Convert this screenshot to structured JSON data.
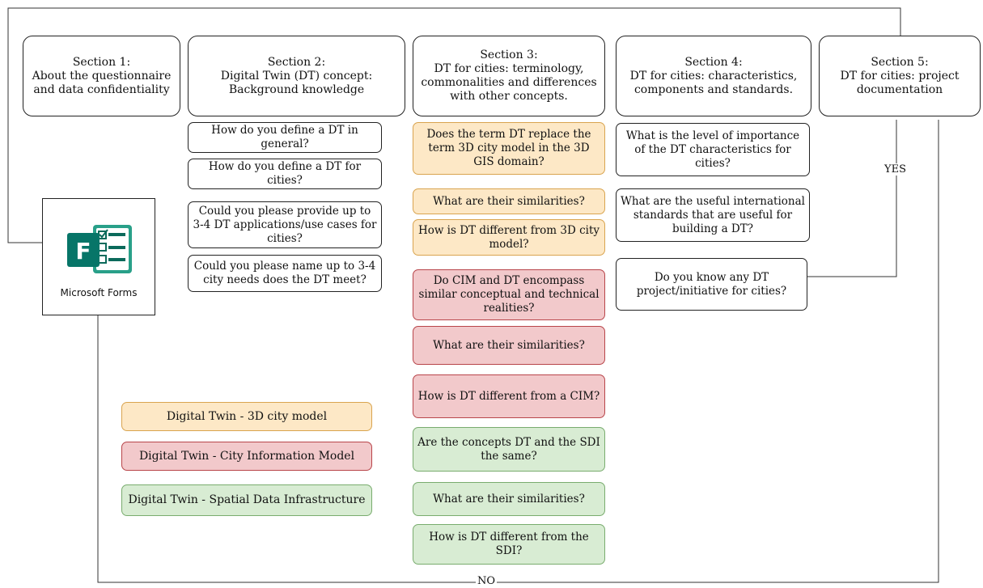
{
  "sections": [
    {
      "label": "Section 1:\nAbout the questionnaire and data confidentiality"
    },
    {
      "label": "Section 2:\nDigital Twin (DT) concept:\nBackground knowledge"
    },
    {
      "label": "Section 3:\nDT for cities: terminology, commonalities and differences with other concepts."
    },
    {
      "label": "Section 4:\nDT for cities: characteristics, components and standards."
    },
    {
      "label": "Section 5:\nDT for cities: project documentation"
    }
  ],
  "section2_questions": [
    "How do you define a DT in general?",
    "How do you define a DT for cities?",
    "Could you please provide up to 3-4 DT applications/use cases for cities?",
    "Could you please name up to 3-4 city needs does the DT meet?"
  ],
  "section3_questions": [
    {
      "text": "Does the term DT replace the term 3D city model in the 3D GIS domain?",
      "category": "orange"
    },
    {
      "text": "What are their similarities?",
      "category": "orange"
    },
    {
      "text": "How is DT different from 3D city model?",
      "category": "orange"
    },
    {
      "text": "Do CIM and DT encompass similar conceptual and technical realities?",
      "category": "red"
    },
    {
      "text": "What are their similarities?",
      "category": "red"
    },
    {
      "text": "How is DT different from a CIM?",
      "category": "red"
    },
    {
      "text": "Are the concepts DT and the SDI the same?",
      "category": "green"
    },
    {
      "text": "What are their similarities?",
      "category": "green"
    },
    {
      "text": "How is DT different from the SDI?",
      "category": "green"
    }
  ],
  "section4_questions": [
    "What is the level of importance of the DT characteristics for cities?",
    "What are the useful international standards that are useful for building a DT?",
    "Do you know any DT project/initiative for cities?"
  ],
  "legend": [
    {
      "label": "Digital Twin - 3D city model",
      "color": "#fde8c6"
    },
    {
      "label": "Digital Twin - City Information Model",
      "color": "#f2c9cb"
    },
    {
      "label": "Digital Twin - Spatial Data Infrastructure",
      "color": "#d8ecd3"
    }
  ],
  "forms": {
    "label": "Microsoft Forms",
    "icon": "microsoft-forms-icon"
  },
  "edges": {
    "yes": "YES",
    "no": "NO"
  }
}
